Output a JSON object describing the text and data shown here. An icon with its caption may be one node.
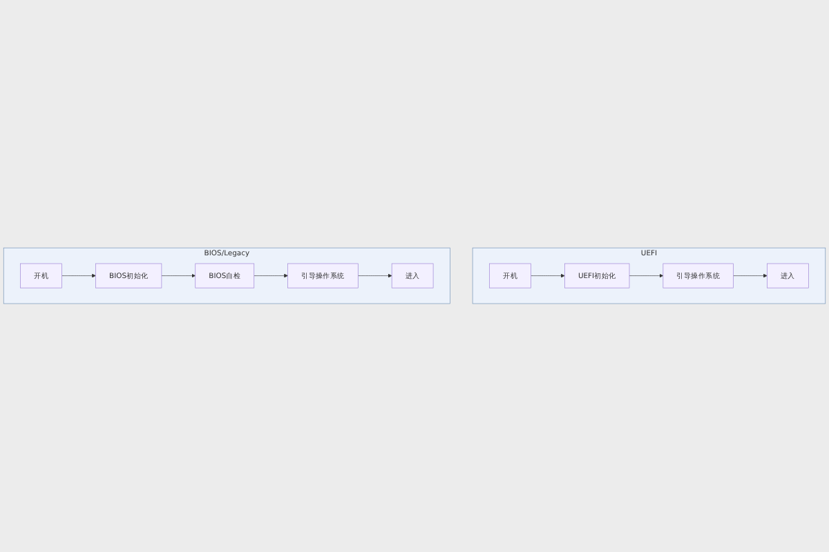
{
  "diagram": {
    "nodes": [
      {
        "text": [
          "UEFI"
        ]
      },
      {
        "text": [
          "开机"
        ],
        "in": 0
      },
      {
        "text": [
          "UEFI初始化"
        ],
        "in": 0
      },
      {
        "text": [
          "引导操作系统"
        ],
        "in": 0
      },
      {
        "text": [
          "进入"
        ],
        "in": 0
      },
      {
        "text": [
          "BIOS/Legacy"
        ]
      },
      {
        "text": [
          "开机"
        ],
        "in": 5
      },
      {
        "text": [
          "BIOS初始化"
        ],
        "in": 5
      },
      {
        "text": [
          "BIOS自检"
        ],
        "in": 5
      },
      {
        "text": [
          "引导操作系统"
        ],
        "in": 5
      },
      {
        "text": [
          "进入"
        ],
        "in": 5
      }
    ],
    "edges": [
      {
        "from": 1,
        "to": 2,
        "arrow": "to"
      },
      {
        "from": 2,
        "to": 3,
        "arrow": "to"
      },
      {
        "from": 3,
        "to": 4,
        "arrow": "to"
      },
      {
        "from": 6,
        "to": 7,
        "arrow": "to"
      },
      {
        "from": 7,
        "to": 8,
        "arrow": "to"
      },
      {
        "from": 8,
        "to": 9,
        "arrow": "to"
      },
      {
        "from": 9,
        "to": 10,
        "arrow": "to"
      }
    ]
  }
}
